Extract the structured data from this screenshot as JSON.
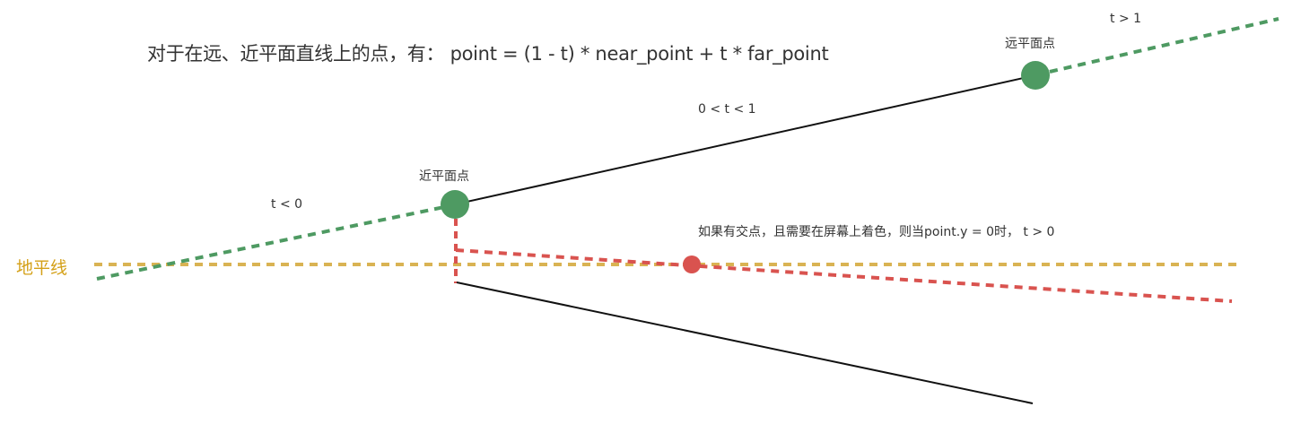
{
  "title": "对于在远、近平面直线上的点，有： point = (1 - t) * near_point + t * far_point",
  "labels": {
    "far_point": "远平面点",
    "near_point": "近平面点",
    "t_greater_1": "t > 1",
    "t_between": "0 < t < 1",
    "t_less_0": "t < 0",
    "horizon": "地平线",
    "intersection_note": "如果有交点，且需要在屏幕上着色，则当point.y = 0时， t > 0"
  },
  "colors": {
    "green": "#4e9a62",
    "red": "#d9534f",
    "yellow": "#d9b353",
    "horizon_text": "#d4a017",
    "line": "#111111",
    "text": "#333333"
  }
}
